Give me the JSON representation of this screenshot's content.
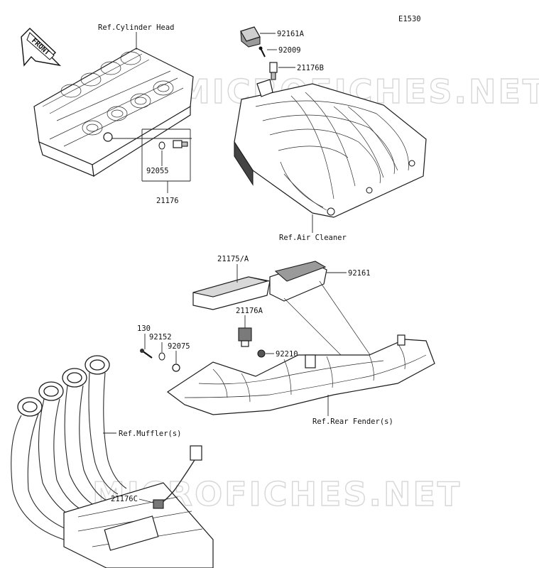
{
  "diagram": {
    "code": "E1530",
    "front_tag": "FRONT",
    "watermark": "MICROFICHES.NET",
    "refs": {
      "cylinder_head": "Ref.Cylinder Head",
      "air_cleaner": "Ref.Air Cleaner",
      "rear_fender": "Ref.Rear Fender(s)",
      "muffler": "Ref.Muffler(s)"
    },
    "parts": {
      "p92161A": "92161A",
      "p92009": "92009",
      "p21176B": "21176B",
      "p92055": "92055",
      "p21176": "21176",
      "p21175A": "21175/A",
      "p92161": "92161",
      "p21176A": "21176A",
      "p130": "130",
      "p92152": "92152",
      "p92075": "92075",
      "p92210": "92210",
      "p21176C": "21176C"
    }
  }
}
